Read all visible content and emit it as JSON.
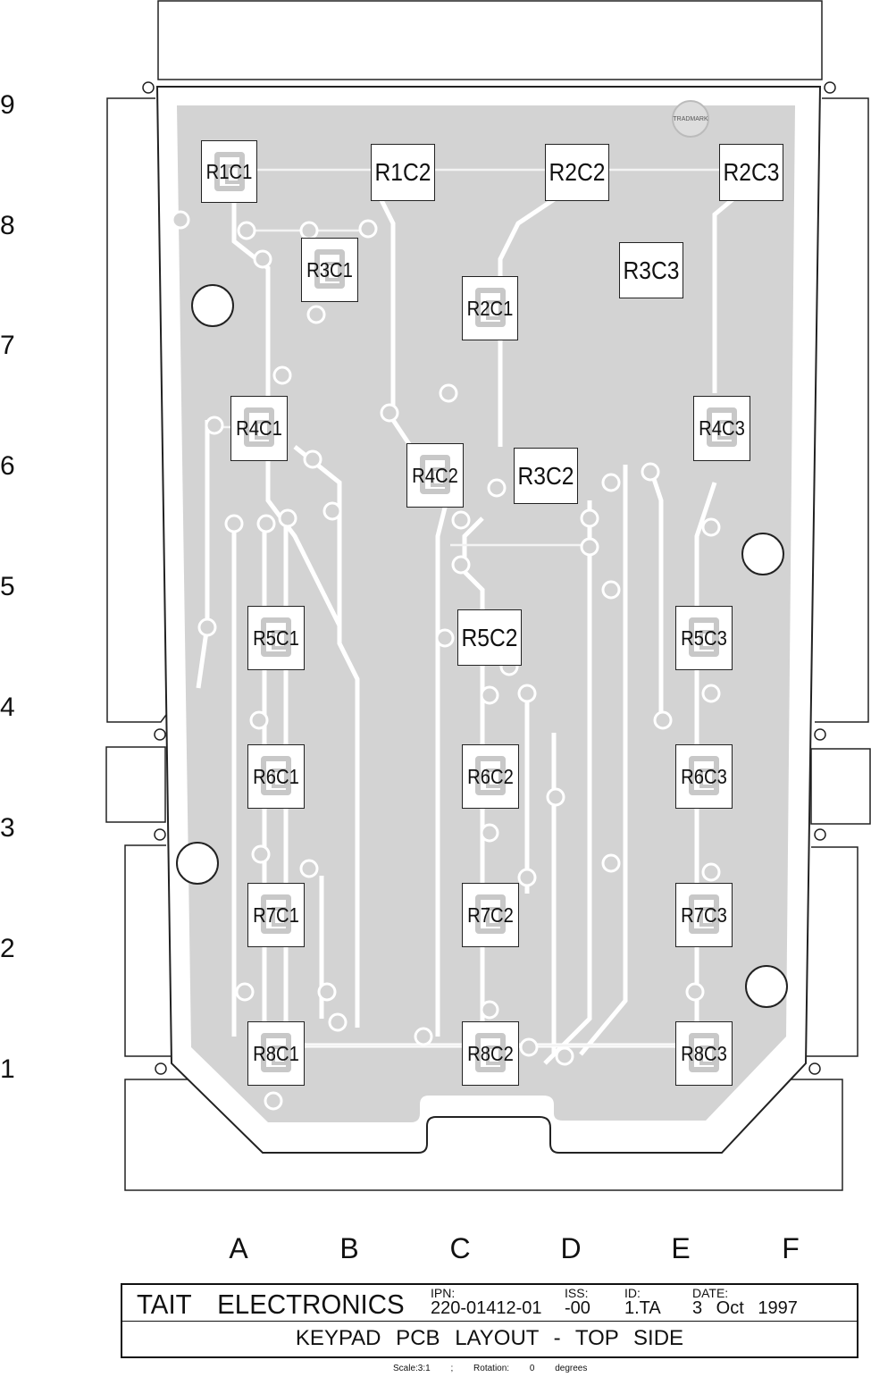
{
  "row_labels": [
    "9",
    "8",
    "7",
    "6",
    "5",
    "4",
    "3",
    "2",
    "1"
  ],
  "column_labels": [
    "A",
    "B",
    "C",
    "D",
    "E",
    "F"
  ],
  "keys": [
    {
      "label": "R1C1"
    },
    {
      "label": "R1C2"
    },
    {
      "label": "R2C2"
    },
    {
      "label": "R2C3"
    },
    {
      "label": "R3C1"
    },
    {
      "label": "R3C3"
    },
    {
      "label": "R2C1"
    },
    {
      "label": "R4C1"
    },
    {
      "label": "R4C3"
    },
    {
      "label": "R4C2"
    },
    {
      "label": "R3C2"
    },
    {
      "label": "R5C1"
    },
    {
      "label": "R5C2"
    },
    {
      "label": "R5C3"
    },
    {
      "label": "R6C1"
    },
    {
      "label": "R6C2"
    },
    {
      "label": "R6C3"
    },
    {
      "label": "R7C1"
    },
    {
      "label": "R7C2"
    },
    {
      "label": "R7C3"
    },
    {
      "label": "R8C1"
    },
    {
      "label": "R8C2"
    },
    {
      "label": "R8C3"
    }
  ],
  "trademark": "TRADMARK",
  "title_block": {
    "company": "TAIT ELECTRONICS",
    "ipn_label": "IPN:",
    "ipn_value": "220-01412-01",
    "iss_label": "ISS:",
    "iss_value": "-00",
    "id_label": "ID:",
    "id_value": "1.TA",
    "date_label": "DATE:",
    "date_value": "3 Oct 1997",
    "subtitle": "KEYPAD PCB LAYOUT - TOP SIDE"
  },
  "footer": {
    "scale": "Scale:3:1",
    "sep": ";",
    "rotation_label": "Rotation:",
    "rotation_value": "0",
    "rotation_unit": "degrees"
  },
  "colors": {
    "copper": "#d3d3d3",
    "outline": "#111111",
    "background": "#ffffff"
  }
}
